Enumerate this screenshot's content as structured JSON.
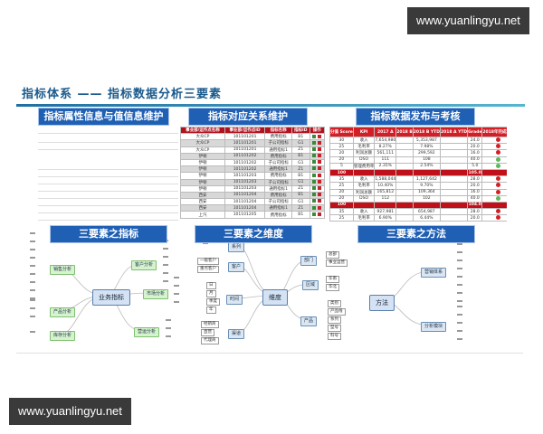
{
  "watermark": "www.yuanlingyu.net",
  "title": "指标体系 —— 指标数据分析三要素",
  "top_labels": [
    "指标属性信息与值信息维护",
    "指标对应关系维护",
    "指标数据发布与考核"
  ],
  "bottom_labels": [
    "三要素之指标",
    "三要素之维度",
    "三要素之方法"
  ],
  "mapping_table": {
    "headers": [
      "事业部/运作点名称",
      "事业部/运作点ID",
      "指标名称",
      "指标ID",
      "操作"
    ],
    "rows": [
      [
        "大众CP",
        "101101201",
        "费用指标",
        "B1"
      ],
      [
        "大众CP",
        "101101201",
        "子公司指标",
        "G1"
      ],
      [
        "大众CP",
        "101101201",
        "通用指标1",
        "Z1"
      ],
      [
        "伊顿",
        "101101202",
        "费用指标",
        "B1"
      ],
      [
        "伊顿",
        "101101202",
        "子公司指标",
        "G1"
      ],
      [
        "伊顿",
        "101101202",
        "通用指标1",
        "Z1"
      ],
      [
        "伊顿",
        "101101203",
        "费用指标",
        "B1"
      ],
      [
        "伊顿",
        "101101203",
        "子公司指标",
        "G1"
      ],
      [
        "伊顿",
        "101101203",
        "通用指标1",
        "Z1"
      ],
      [
        "西安",
        "101101204",
        "费用指标",
        "B1"
      ],
      [
        "西安",
        "101101204",
        "子公司指标",
        "G1"
      ],
      [
        "西安",
        "101101204",
        "通用指标1",
        "Z1"
      ],
      [
        "上汽",
        "101101205",
        "费用指标",
        "B1"
      ]
    ]
  },
  "kpi_table": {
    "headers": [
      "分值 Score",
      "KPI",
      "2017 A",
      "2018 B",
      "2018 B YTD",
      "2018 A YTD",
      "Grade",
      "2018年完成进度"
    ],
    "rows": [
      {
        "score": "30",
        "kpi": "收入",
        "a2017": "7,654,980",
        "ytd": "5,353,987",
        "grade": "24.0",
        "status": "red"
      },
      {
        "score": "25",
        "kpi": "毛利率",
        "a2017": "8.27%",
        "ytd": "7.98%",
        "grade": "20.0",
        "status": "red"
      },
      {
        "score": "20",
        "kpi": "利润总额",
        "a2017": "561,111",
        "ytd": "299,592",
        "grade": "16.0",
        "status": "red"
      },
      {
        "score": "20",
        "kpi": "DSO",
        "a2017": "111",
        "ytd": "108",
        "grade": "40.0",
        "status": "green"
      },
      {
        "score": "5",
        "kpi": "管理费用率",
        "a2017": "2.35%",
        "ytd": "2.54%",
        "grade": "5.0",
        "status": "green"
      },
      {
        "sum": true,
        "score": "100",
        "grade": "105.0"
      },
      {
        "score": "35",
        "kpi": "收入",
        "a2017": "1,588,044",
        "ytd": "1,127,642",
        "grade": "28.0",
        "status": "red"
      },
      {
        "score": "25",
        "kpi": "毛利率",
        "a2017": "10.40%",
        "ytd": "9.70%",
        "grade": "20.0",
        "status": "red"
      },
      {
        "score": "20",
        "kpi": "利润总额",
        "a2017": "165,812",
        "ytd": "109,364",
        "grade": "16.0",
        "status": "red"
      },
      {
        "score": "20",
        "kpi": "DSO",
        "a2017": "112",
        "ytd": "102",
        "grade": "40.0",
        "status": "green"
      },
      {
        "sum": true,
        "score": "100",
        "grade": "104.0"
      },
      {
        "score": "35",
        "kpi": "收入",
        "a2017": "927,981",
        "ytd": "654,987",
        "grade": "28.0",
        "status": "red"
      },
      {
        "score": "25",
        "kpi": "毛利率",
        "a2017": "6.90%",
        "ytd": "6.44%",
        "grade": "20.0",
        "status": "red"
      }
    ]
  },
  "indicator_map": {
    "center": "业务指标",
    "branches": [
      "销售分析",
      "产品分析",
      "库存分析",
      "客户分析",
      "市场分析",
      "营运分析"
    ]
  },
  "dimension_map": {
    "center": "维度",
    "branches": [
      "系列",
      "客户",
      "时间",
      "渠道",
      "部门",
      "区域",
      "产品"
    ],
    "leaves": {
      "客户": [
        "一级客户",
        "重点客户"
      ],
      "时间": [
        "日",
        "月",
        "季度",
        "年"
      ],
      "渠道": [
        "经销商",
        "直营",
        "代理商"
      ],
      "部门": [
        "总部",
        "事业运营"
      ],
      "区域": [
        "华南",
        "华北"
      ],
      "产品": [
        "类别",
        "产品线",
        "系列",
        "型号",
        "料号"
      ]
    }
  },
  "method_map": {
    "center": "方法",
    "branches": [
      "营销体系",
      "分析模块"
    ]
  },
  "colors": {
    "title": "#1a5a8c",
    "label_bg": "#1f5fb4",
    "table_red": "#d41e26"
  }
}
